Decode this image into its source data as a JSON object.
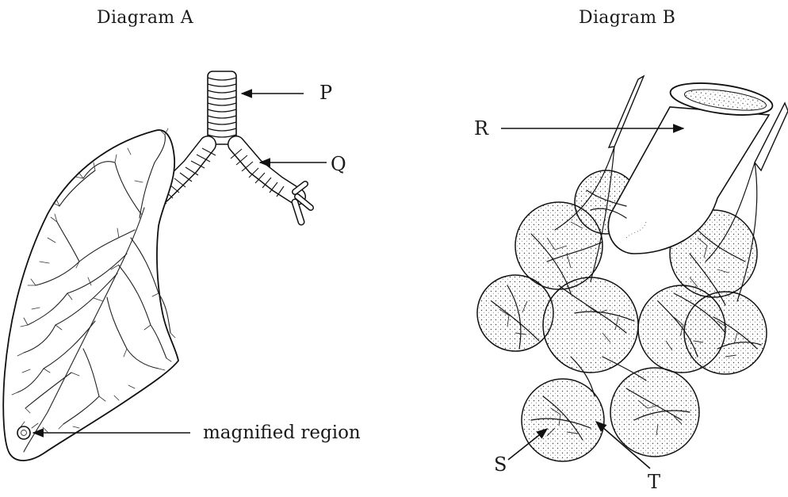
{
  "diagram_a": {
    "title": "Diagram A",
    "labels": {
      "p": "P",
      "q": "Q",
      "magnified": "magnified region"
    }
  },
  "diagram_b": {
    "title": "Diagram B",
    "labels": {
      "r": "R",
      "s": "S",
      "t": "T"
    }
  }
}
